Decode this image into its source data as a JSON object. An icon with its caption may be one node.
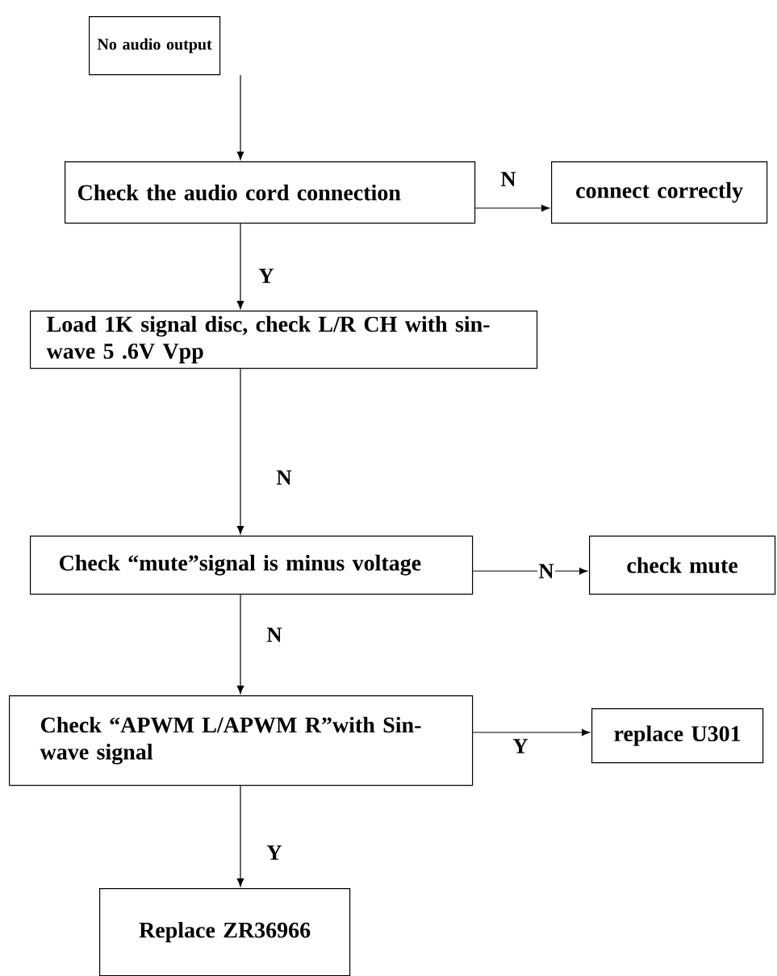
{
  "diagram": {
    "nodes": [
      {
        "text": [
          "No audio output"
        ]
      },
      {
        "text": [
          "Check the audio cord connection"
        ]
      },
      {
        "text": [
          "connect correctly"
        ]
      },
      {
        "text": [
          "Load 1K signal disc, check L/R CH with sin-wave 5 .6V Vpp"
        ]
      },
      {
        "text": [
          "Check “mute”signal is minus voltage"
        ]
      },
      {
        "text": [
          "check mute"
        ]
      },
      {
        "text": [
          "Check “APWM L/APWM R”with Sin-wave signal"
        ]
      },
      {
        "text": [
          "replace U301"
        ]
      },
      {
        "text": [
          "Replace ZR36966"
        ]
      }
    ],
    "edges": [
      {
        "from": 0,
        "to": 1,
        "arrow": "to"
      },
      {
        "from": 1,
        "to": 2,
        "arrow": "to",
        "label": "N"
      },
      {
        "from": 1,
        "to": 3,
        "arrow": "to",
        "label": "Y"
      },
      {
        "from": 3,
        "to": 4,
        "arrow": "to",
        "label": "N"
      },
      {
        "from": 4,
        "to": 5,
        "arrow": "to",
        "label": "N"
      },
      {
        "from": 4,
        "to": 6,
        "arrow": "to",
        "label": "N"
      },
      {
        "from": 6,
        "to": 7,
        "arrow": "to",
        "label": "Y"
      },
      {
        "from": 6,
        "to": 8,
        "arrow": "to",
        "label": "Y"
      }
    ]
  }
}
